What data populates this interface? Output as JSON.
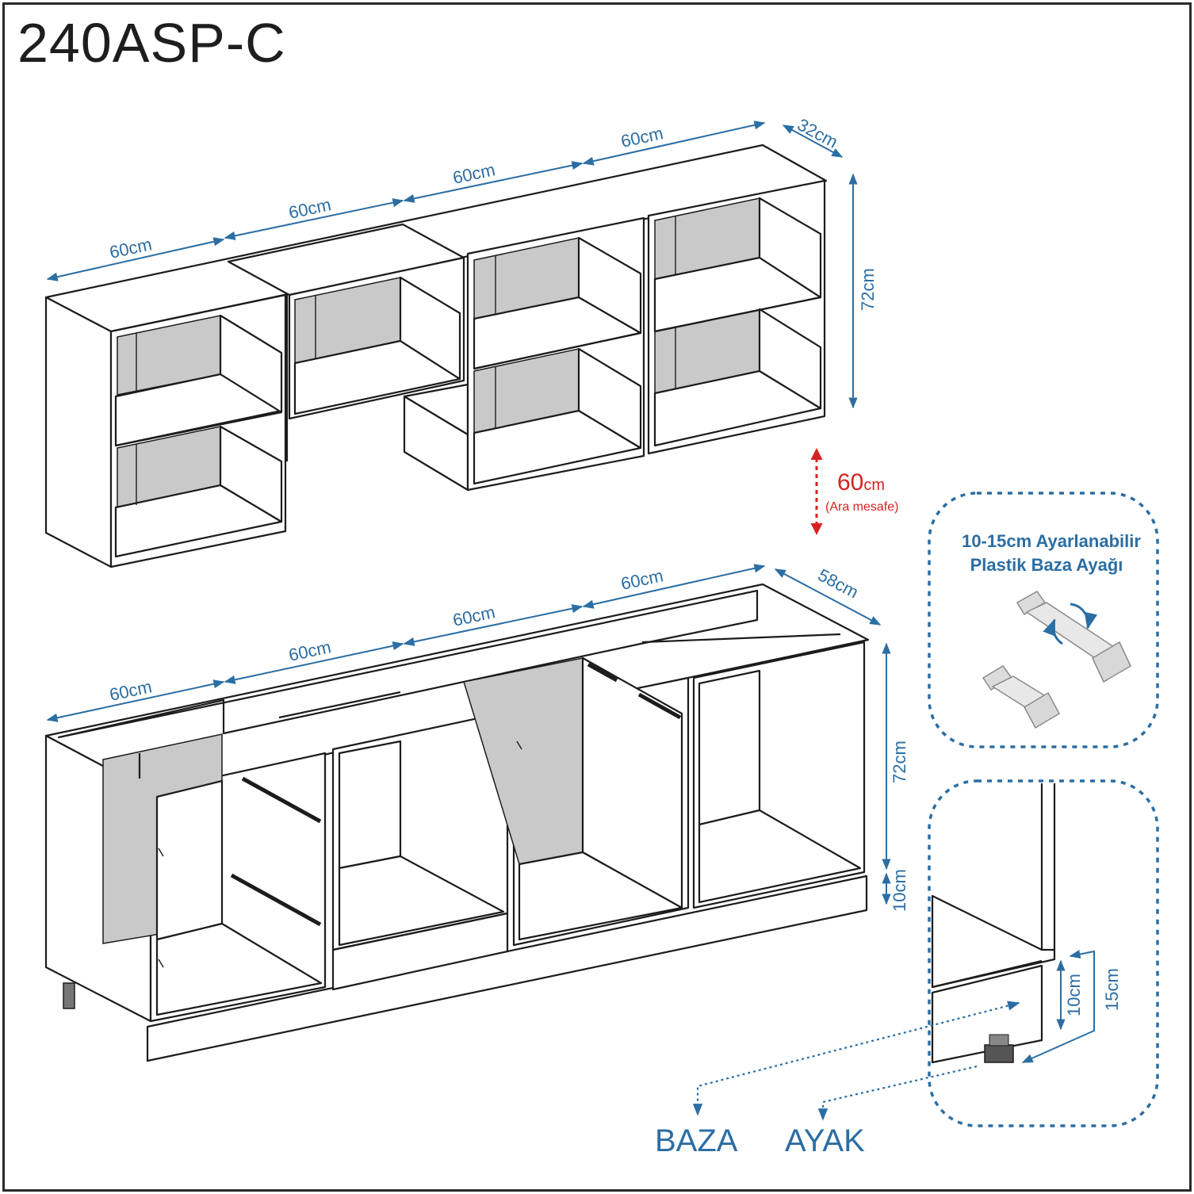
{
  "title": "240ASP-C",
  "upper": {
    "widths": [
      "60cm",
      "60cm",
      "60cm",
      "60cm"
    ],
    "depth": "32cm",
    "height": "72cm"
  },
  "gap": {
    "value": "60",
    "unit": "cm",
    "note": "(Ara mesafe)"
  },
  "lower": {
    "widths": [
      "60cm",
      "60cm",
      "60cm",
      "60cm"
    ],
    "depth": "58cm",
    "height": "72cm",
    "plinth": "10cm"
  },
  "leg_info": {
    "line1": "10-15cm Ayarlanabilir",
    "line2": "Plastik Baza Ayağı"
  },
  "detail": {
    "min_height": "10cm",
    "max_height": "15cm"
  },
  "labels": {
    "baza": "BAZA",
    "ayak": "AYAK"
  },
  "colors": {
    "dimension": "#2b6ea3",
    "gap": "#d62222",
    "back_panel": "#c9c9c9",
    "outline": "#1c1c1c"
  }
}
